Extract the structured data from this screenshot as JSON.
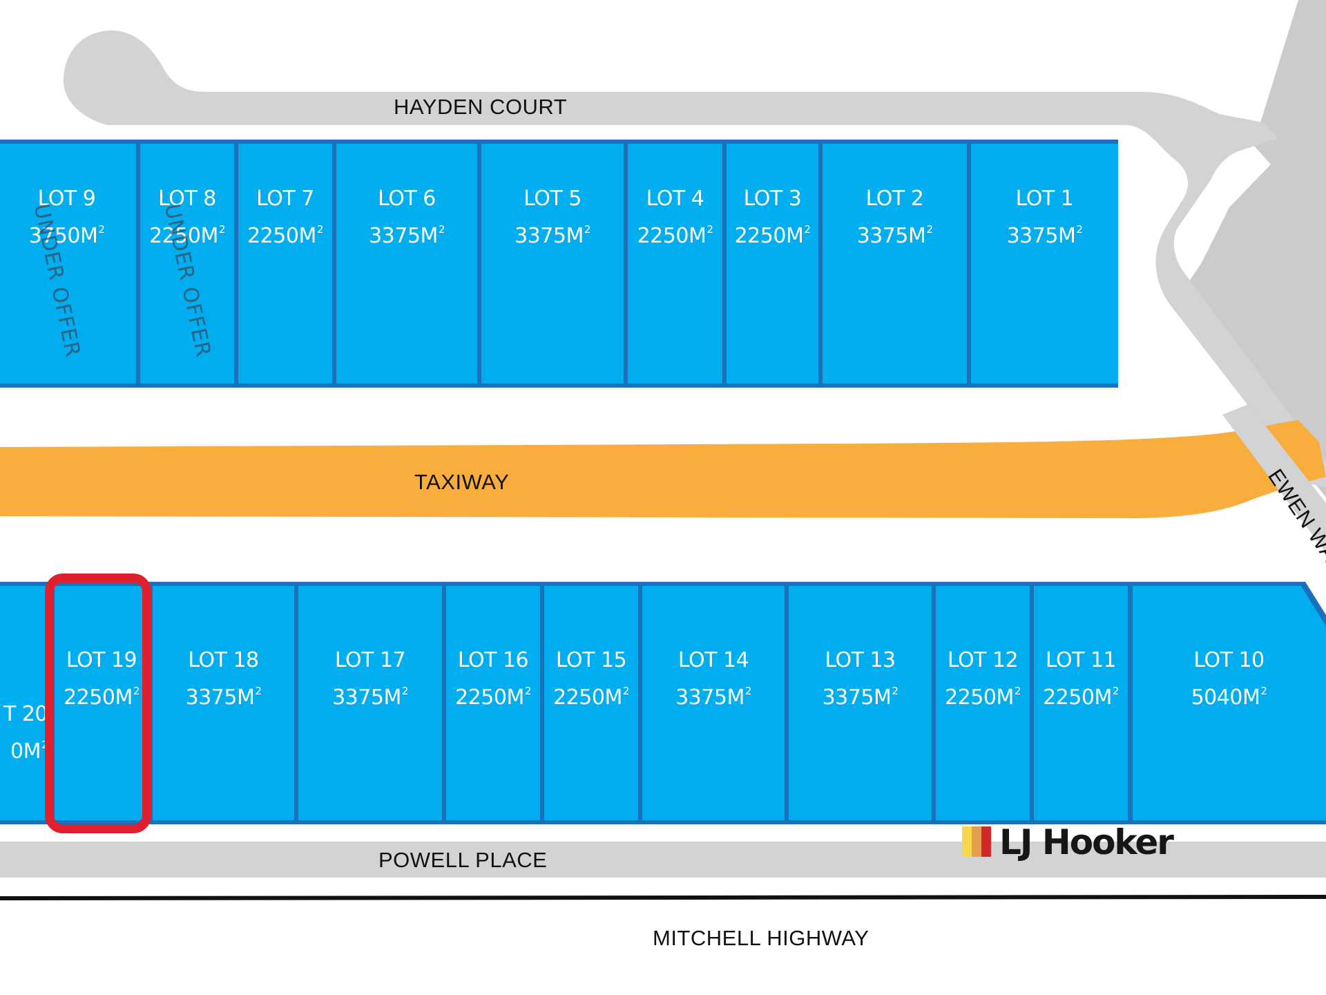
{
  "map": {
    "title": "Airport industrial subdivision lot plan",
    "colors": {
      "lot_fill": "#00adef",
      "lot_border": "#1d6fba",
      "road": "#d1d3d4",
      "taxiway": "#f9ad3c",
      "highlight": "#e0202e",
      "text_light": "#ffffff",
      "text_dark": "#111111"
    },
    "roads": {
      "hayden_court": "HAYDEN COURT",
      "taxiway": "TAXIWAY",
      "ewen_way": "EWEN WA",
      "powell_place": "POWELL PLACE",
      "mitchell_highway": "MITCHELL HIGHWAY"
    },
    "area_unit": "M",
    "area_unit_sup": "2",
    "top_row": [
      {
        "lot": "LOT 9",
        "area": "3750",
        "status": "UNDER OFFER"
      },
      {
        "lot": "LOT 8",
        "area": "2250",
        "status": "UNDER OFFER"
      },
      {
        "lot": "LOT 7",
        "area": "2250",
        "status": ""
      },
      {
        "lot": "LOT 6",
        "area": "3375",
        "status": ""
      },
      {
        "lot": "LOT 5",
        "area": "3375",
        "status": ""
      },
      {
        "lot": "LOT 4",
        "area": "2250",
        "status": ""
      },
      {
        "lot": "LOT 3",
        "area": "2250",
        "status": ""
      },
      {
        "lot": "LOT 2",
        "area": "3375",
        "status": ""
      },
      {
        "lot": "LOT 1",
        "area": "3375",
        "status": ""
      }
    ],
    "bottom_row": [
      {
        "lot": "T 20",
        "area": "0",
        "partial": true
      },
      {
        "lot": "LOT 19",
        "area": "2250",
        "highlighted": true
      },
      {
        "lot": "LOT 18",
        "area": "3375"
      },
      {
        "lot": "LOT 17",
        "area": "3375"
      },
      {
        "lot": "LOT 16",
        "area": "2250"
      },
      {
        "lot": "LOT 15",
        "area": "2250"
      },
      {
        "lot": "LOT 14",
        "area": "3375"
      },
      {
        "lot": "LOT 13",
        "area": "3375"
      },
      {
        "lot": "LOT 12",
        "area": "2250"
      },
      {
        "lot": "LOT 11",
        "area": "2250"
      },
      {
        "lot": "LOT 10",
        "area": "5040"
      }
    ],
    "highlighted_lot": "LOT 19",
    "logo": {
      "text": "LJ Hooker",
      "bar_colors": [
        "#f7d84a",
        "#e49f4e",
        "#d3272a"
      ]
    }
  }
}
